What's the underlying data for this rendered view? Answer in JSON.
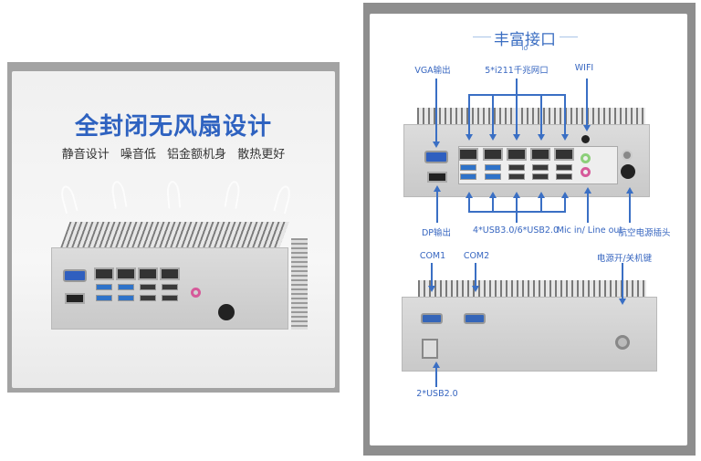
{
  "left_panel": {
    "title": "全封闭无风扇设计",
    "subtitle": "静音设计  噪音低  铝金额机身  散热更好"
  },
  "right_panel": {
    "title": "丰富接口",
    "title_sub": "IO",
    "front_labels": {
      "vga": "VGA输出",
      "lan": "5*i211千兆网口",
      "wifi": "WIFI",
      "dp": "DP输出",
      "usb": "4*USB3.0/6*USB2.0",
      "audio": "Mic in/ Line out",
      "power_jack": "航空电源插头"
    },
    "back_labels": {
      "com1": "COM1",
      "com2": "COM2",
      "power_button": "电源开/关机键",
      "usb": "2*USB2.0"
    }
  },
  "colors": {
    "accent": "#3a6fc4",
    "title_blue": "#2e62c0",
    "frame": "#8e8e8e"
  }
}
